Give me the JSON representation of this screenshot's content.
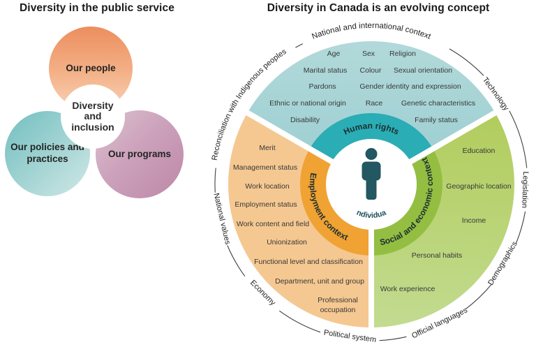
{
  "left_panel": {
    "title": "Diversity in the public service",
    "circles": {
      "people": "Our people",
      "policies": "Our policies and practices",
      "programs": "Our programs"
    },
    "center_label": "Diversity and inclusion",
    "colors": {
      "people_orange": "#ec8e5e",
      "policies_teal": "#72bec0",
      "programs_mauve": "#bd87a7"
    }
  },
  "wheel": {
    "title": "Diversity in Canada is an evolving concept",
    "center_label": "Individual",
    "center_icon": "person-icon",
    "outer_ring": {
      "reconciliation": "Reconciliation with Indigenous peoples",
      "top": "National and international context",
      "technology": "Technology",
      "legislation": "Legislation",
      "demographics": "Demographics",
      "official_languages": "Official languages",
      "political_system": "Political system",
      "economy": "Economy",
      "national_values": "National values"
    },
    "segments": {
      "human_rights": {
        "band_label": "Human rights",
        "items": [
          "Age",
          "Sex",
          "Religion",
          "Marital status",
          "Colour",
          "Sexual orientation",
          "Pardons",
          "Gender identity and expression",
          "Ethnic or national origin",
          "Race",
          "Genetic characteristics",
          "Disability",
          "Family status"
        ]
      },
      "employment": {
        "band_label": "Employment context",
        "items": [
          "Merit",
          "Management status",
          "Work location",
          "Employment status",
          "Work content and field",
          "Unionization",
          "Functional level and classification",
          "Department, unit and group",
          "Professional occupation"
        ],
        "last_item_lines": [
          "Professional",
          "occupation"
        ]
      },
      "social_economic": {
        "band_label": "Social and economic context",
        "items": [
          "Education",
          "Geographic location",
          "Income",
          "Personal habits",
          "Work experience"
        ]
      }
    },
    "colors": {
      "human_rights_light": "#a8d4d5",
      "human_rights_dark": "#2aadb5",
      "employment_light": "#f5c891",
      "employment_dark": "#f0a233",
      "social_light": "#b9d373",
      "social_dark": "#93be42",
      "person": "#235761"
    }
  }
}
